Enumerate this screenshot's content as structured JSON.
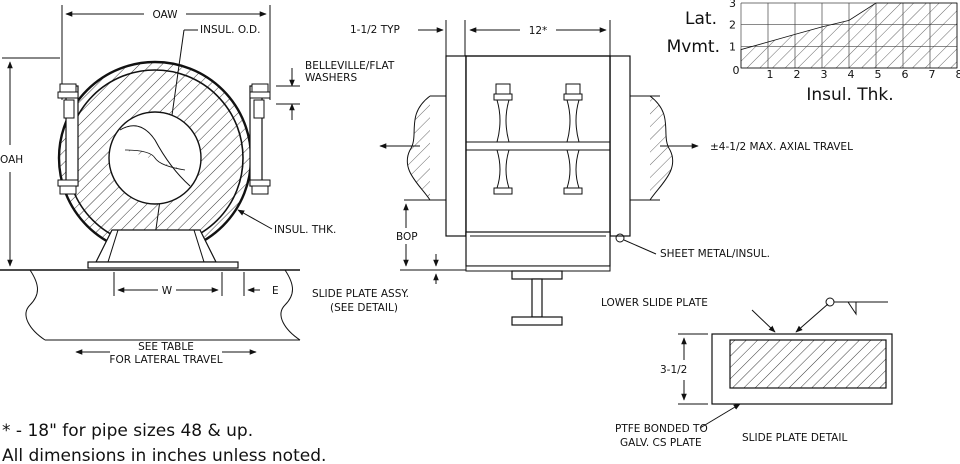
{
  "front_view": {
    "oaw": "OAW",
    "insul_od": "INSUL. O.D.",
    "washers_line1": "BELLEVILLE/FLAT",
    "washers_line2": "WASHERS",
    "oah": "OAH",
    "insul_thk": "INSUL. THK.",
    "w": "W",
    "e": "E",
    "see_table_line1": "SEE TABLE",
    "see_table_line2": "FOR LATERAL TRAVEL"
  },
  "side_view": {
    "typ": "1-1/2 TYP",
    "length": "12*",
    "axial_travel": "±4-1/2 MAX. AXIAL TRAVEL",
    "bop": "BOP",
    "sheet_metal": "SHEET METAL/INSUL.",
    "slide_plate_line1": "SLIDE PLATE ASSY.",
    "slide_plate_line2": "(SEE DETAIL)"
  },
  "detail": {
    "lower_slide_plate": "LOWER SLIDE PLATE",
    "height": "3-1/2",
    "ptfe_line1": "PTFE BONDED TO",
    "ptfe_line2": "GALV. CS PLATE",
    "title": "SLIDE PLATE DETAIL"
  },
  "notes": {
    "note1": "* - 18\" for pipe sizes 48 & up.",
    "note2": "All dimensions in inches unless noted."
  },
  "chart_data": {
    "type": "area",
    "ylabel_line1": "Lat.",
    "ylabel_line2": "Mvmt.",
    "xlabel": "Insul. Thk.",
    "x_ticks": [
      "1",
      "2",
      "3",
      "4",
      "5",
      "6",
      "7",
      "8"
    ],
    "y_ticks": [
      "1",
      "2",
      "3"
    ],
    "origin_label": "0",
    "xlim": [
      0,
      8
    ],
    "ylim": [
      0,
      3
    ],
    "grid": true,
    "series": [
      {
        "x": [
          1,
          2,
          3,
          4,
          5,
          8
        ],
        "y": [
          1.2,
          1.55,
          1.9,
          2.2,
          3,
          3
        ]
      }
    ]
  }
}
